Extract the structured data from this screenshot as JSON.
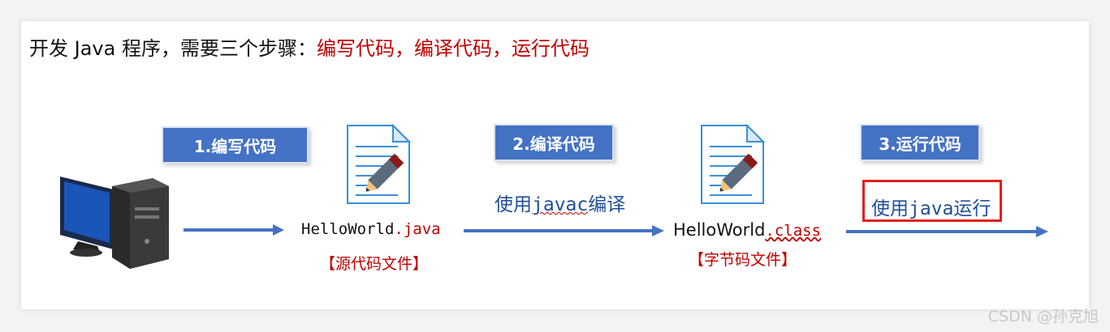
{
  "headline": {
    "prefix": "开发 Java 程序，需要三个步骤：",
    "steps_text": "编写代码，编译代码，运行代码"
  },
  "steps": [
    {
      "label": "1.编写代码"
    },
    {
      "label": "2.编译代码"
    },
    {
      "label": "3.运行代码"
    }
  ],
  "source_file": {
    "name": "HelloWorld",
    "ext": ".java",
    "tag": "【源代码文件】"
  },
  "class_file": {
    "name": "HelloWorld",
    "ext": ".class",
    "tag": "【字节码文件】"
  },
  "compile_action": {
    "prefix": "使用",
    "cmd": "javac",
    "suffix": "编译"
  },
  "run_action": {
    "prefix": "使用",
    "cmd": "java",
    "suffix": "运行"
  },
  "watermark": "CSDN @孙克旭",
  "colors": {
    "step_bg": "#4472c4",
    "arrow": "#4472c4",
    "accent_red": "#c00000",
    "highlight_box": "#e0201b"
  },
  "icons": [
    "computer-icon",
    "document-pencil-icon",
    "document-pencil-icon"
  ]
}
